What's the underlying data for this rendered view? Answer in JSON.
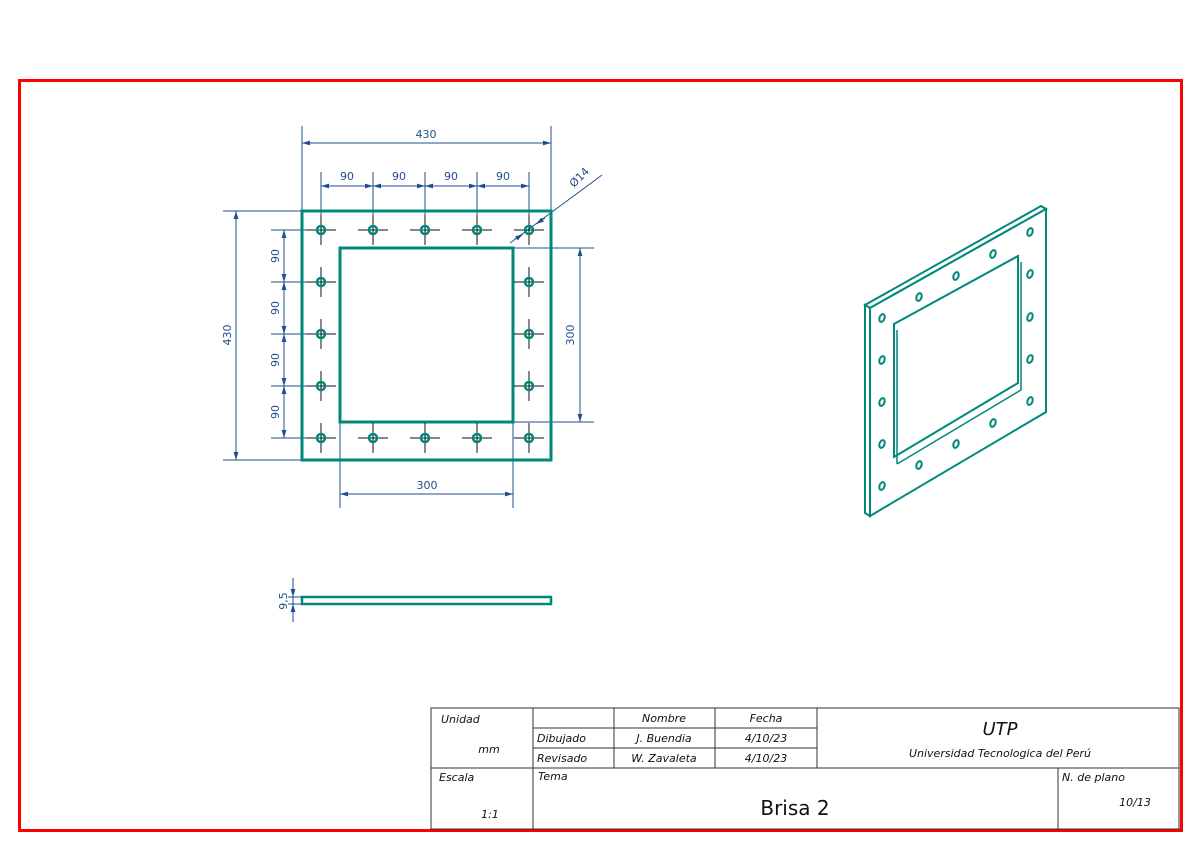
{
  "drawing": {
    "colors": {
      "frame": "#ff0000",
      "part": "#00897b",
      "dimension": "#1f4e8c",
      "centerline": "#111111",
      "titleblock": "#333333"
    },
    "front_view": {
      "overall_width_label": "430",
      "overall_height_label": "430",
      "hole_spacing_h_labels": [
        "90",
        "90",
        "90",
        "90"
      ],
      "hole_spacing_v_labels": [
        "90",
        "90",
        "90",
        "90"
      ],
      "hole_diameter_label": "Ø14",
      "opening_width_label": "300",
      "opening_height_label": "300"
    },
    "side_view": {
      "thickness_label": "9,5"
    },
    "isometric_view": {
      "holes_per_side": 5
    }
  },
  "title_block": {
    "unidad_label": "Unidad",
    "unidad_value": "mm",
    "escala_label": "Escala",
    "escala_value": "1:1",
    "header_nombre": "Nombre",
    "header_fecha": "Fecha",
    "dibujado_label": "Dibujado",
    "dibujado_nombre": "J. Buendia",
    "dibujado_fecha": "4/10/23",
    "revisado_label": "Revisado",
    "revisado_nombre": "W. Zavaleta",
    "revisado_fecha": "4/10/23",
    "institution_short": "UTP",
    "institution_full": "Universidad Tecnologica del Perú",
    "tema_label": "Tema",
    "tema_value": "Brisa 2",
    "plano_label": "N. de plano",
    "plano_value": "10/13"
  }
}
